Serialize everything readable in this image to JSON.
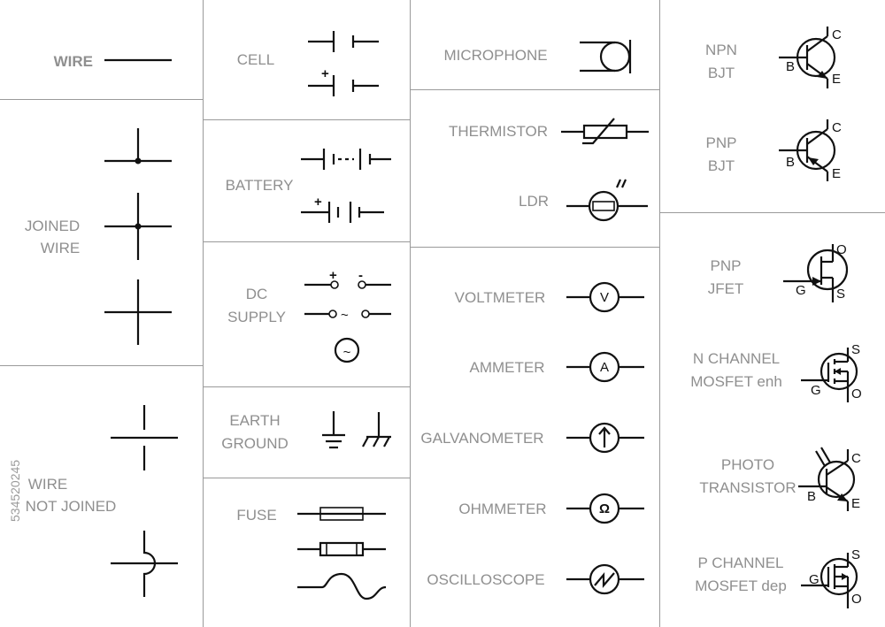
{
  "labels": {
    "wire": "WIRE",
    "joined_wire_1": "JOINED",
    "joined_wire_2": "WIRE",
    "wire_not_joined_1": "WIRE",
    "wire_not_joined_2": "NOT JOINED",
    "cell": "CELL",
    "battery": "BATTERY",
    "dc_supply_1": "DC",
    "dc_supply_2": "SUPPLY",
    "earth_ground_1": "EARTH",
    "earth_ground_2": "GROUND",
    "fuse": "FUSE",
    "microphone": "MICROPHONE",
    "thermistor": "THERMISTOR",
    "ldr": "LDR",
    "voltmeter": "VOLTMETER",
    "ammeter": "AMMETER",
    "galvanometer": "GALVANOMETER",
    "ohmmeter": "OHMMETER",
    "oscilloscope": "OSCILLOSCOPE",
    "npn_bjt_1": "NPN",
    "npn_bjt_2": "BJT",
    "pnp_bjt_1": "PNP",
    "pnp_bjt_2": "BJT",
    "pnp_jfet_1": "PNP",
    "pnp_jfet_2": "JFET",
    "n_mosfet_1": "N CHANNEL",
    "n_mosfet_2": "MOSFET enh",
    "phototransistor_1": "PHOTO",
    "phototransistor_2": "TRANSISTOR",
    "p_mosfet_1": "P CHANNEL",
    "p_mosfet_2": "MOSFET dep"
  },
  "pins": {
    "c": "C",
    "b": "B",
    "e": "E",
    "o": "O",
    "g": "G",
    "s": "S"
  },
  "glyphs": {
    "plus": "+",
    "minus": "-",
    "tilde": "~",
    "volt": "V",
    "amp": "A",
    "ohm": "Ω"
  },
  "watermark": "534520245"
}
